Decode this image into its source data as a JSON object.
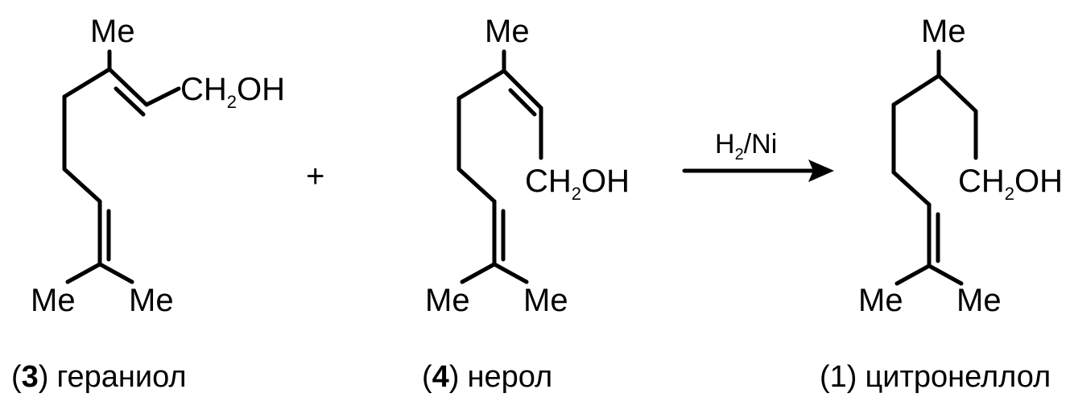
{
  "reaction": {
    "plus": "+",
    "reagent": {
      "main": "H",
      "sub": "2",
      "rest": "/Ni"
    }
  },
  "group_labels": {
    "me": "Me",
    "ch2oh_a": "CH",
    "ch2oh_sub": "2",
    "ch2oh_b": "OH"
  },
  "compounds": [
    {
      "number": "3",
      "name": "гераниол",
      "caption_open": "(",
      "caption_close": ")"
    },
    {
      "number": "4",
      "name": "нерол",
      "caption_open": "(",
      "caption_close": ")"
    },
    {
      "number": "1",
      "name": "цитронеллол",
      "caption_open": "(",
      "caption_close": ")"
    }
  ],
  "colors": {
    "ink": "#000000",
    "background": "#ffffff"
  }
}
